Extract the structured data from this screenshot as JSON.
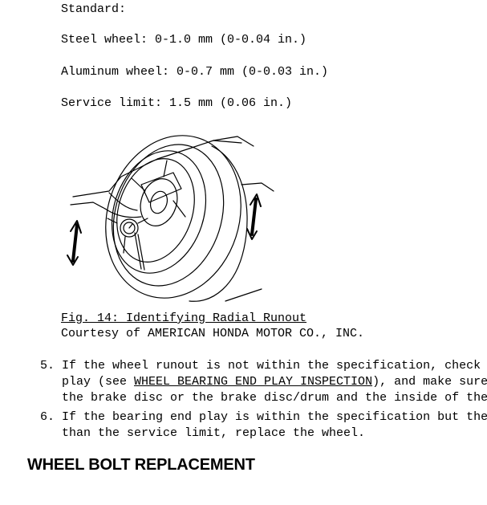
{
  "specs": {
    "label": "Standard:",
    "steel": "Steel wheel: 0-1.0 mm (0-0.04 in.)",
    "aluminum": "Aluminum wheel: 0-0.7 mm (0-0.03 in.)",
    "service_limit": "Service limit: 1.5 mm (0.06 in.)"
  },
  "figure": {
    "caption": "Fig. 14: Identifying Radial Runout",
    "courtesy": "Courtesy of AMERICAN HONDA MOTOR CO., INC."
  },
  "steps": {
    "step5": {
      "number": "5.",
      "line1": "If the wheel runout is not within the specification, check the",
      "line2_pre": "play (see ",
      "line2_link": "WHEEL BEARING END PLAY INSPECTION",
      "line2_post": "), and make sure th",
      "line3": "the brake disc or the brake disc/drum and the inside of the wh"
    },
    "step6": {
      "number": "6.",
      "line1": "If the bearing end play is within the specification but the wh",
      "line2": "than the service limit, replace the wheel."
    }
  },
  "section": {
    "heading": "WHEEL BOLT REPLACEMENT"
  }
}
